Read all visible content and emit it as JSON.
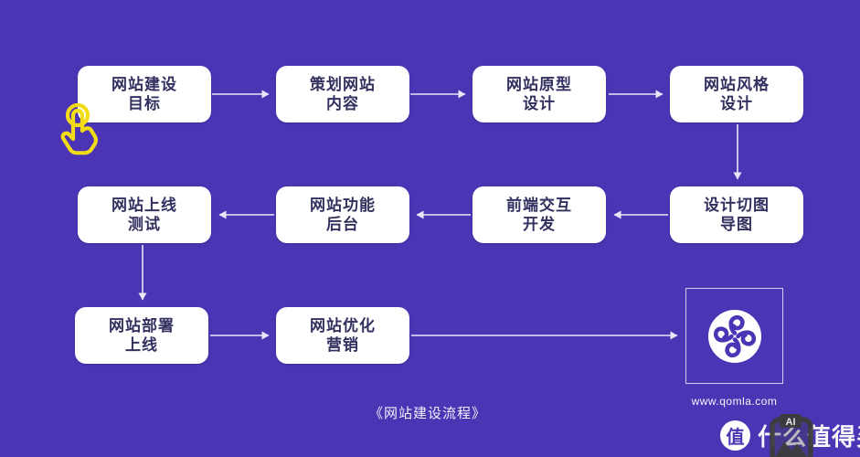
{
  "flow": {
    "caption": "《网站建设流程》",
    "nodes": [
      {
        "line1": "网站建设",
        "line2": "目标"
      },
      {
        "line1": "策划网站",
        "line2": "内容"
      },
      {
        "line1": "网站原型",
        "line2": "设计"
      },
      {
        "line1": "网站风格",
        "line2": "设计"
      },
      {
        "line1": "网站上线",
        "line2": "测试"
      },
      {
        "line1": "网站功能",
        "line2": "后台"
      },
      {
        "line1": "前端交互",
        "line2": "开发"
      },
      {
        "line1": "设计切图",
        "line2": "导图"
      },
      {
        "line1": "网站部署",
        "line2": "上线"
      },
      {
        "line1": "网站优化",
        "line2": "营销"
      }
    ]
  },
  "logo": {
    "website": "www.qomla.com",
    "icon": "qomla-clover-pinwheel"
  },
  "watermark": {
    "badge_char": "值",
    "brand_text": "什么值得买",
    "ai_badge_label": "AI"
  },
  "icons": {
    "cursor": "hand-tap-cursor-icon",
    "ai_badge": "ai-generated-image-icon"
  },
  "colors": {
    "background": "#4B35B4",
    "node_background": "#FFFFFF",
    "node_text": "#32305F",
    "arrow": "#E8E6F7",
    "cursor_yellow": "#F2DC16",
    "logo_purple": "#4B35B4",
    "watermark_white": "#FFFFFF",
    "ai_badge_gray": "#3C3C3C"
  }
}
